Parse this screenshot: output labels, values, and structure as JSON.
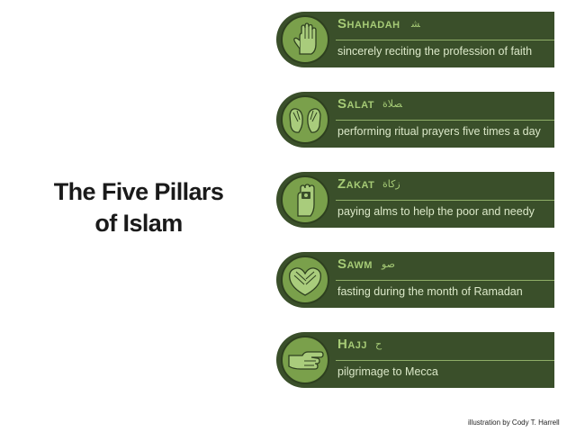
{
  "title": {
    "line1": "The Five Pillars",
    "line2": "of Islam"
  },
  "pillars": [
    {
      "name": "Shahadah",
      "arabic": "ﺸ",
      "description": "sincerely reciting the profession of faith",
      "icon": "raised-hand-icon"
    },
    {
      "name": "Salat",
      "arabic": "ﺼﻼﺓ",
      "description": "performing ritual prayers five times a day",
      "icon": "praying-hands-icon"
    },
    {
      "name": "Zakat",
      "arabic": "ﺯﻛﺎﺓ",
      "description": "paying alms to help the poor and needy",
      "icon": "giving-hand-icon"
    },
    {
      "name": "Sawm",
      "arabic": "ﺻﻮ",
      "description": "fasting during the month of Ramadan",
      "icon": "folded-hands-icon"
    },
    {
      "name": "Hajj",
      "arabic": "ﺡ",
      "description": "pilgrimage to Mecca",
      "icon": "pointing-hand-icon"
    }
  ],
  "credit": "illustration by Cody T. Harrell",
  "colors": {
    "band": "#3a4f2a",
    "medallion": "#7aa04b",
    "title_text": "#a6cb76",
    "desc_text": "#dbe8c8"
  }
}
